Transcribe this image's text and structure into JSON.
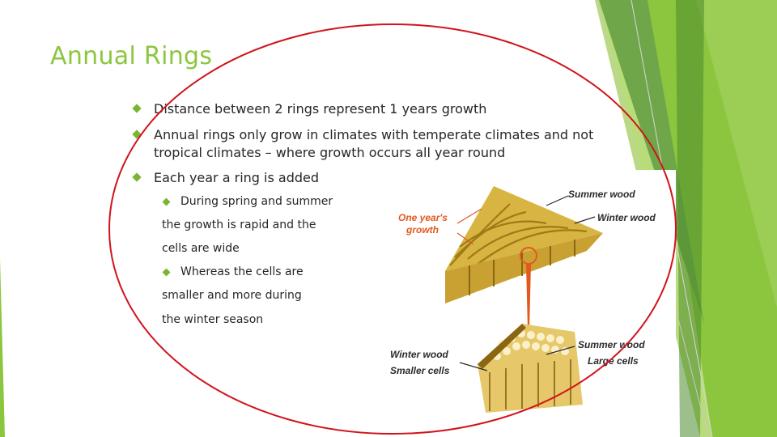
{
  "slide": {
    "title": "Annual Rings",
    "bullets": [
      {
        "text": "Distance between 2 rings represent 1 years growth"
      },
      {
        "line1": "Annual rings only grow in climates with temperate climates and not",
        "line2": "tropical climates – where growth occurs all year round"
      },
      {
        "text": "Each year a ring is added"
      }
    ],
    "sub1": {
      "lead": "During spring and summer",
      "cont1": "the growth is rapid and the",
      "cont2": "cells are wide"
    },
    "sub2": {
      "lead": "Whereas the cells are",
      "cont1": "smaller and more during",
      "cont2": "the winter season"
    }
  },
  "figure": {
    "labels": {
      "summer_wood": "Summer wood",
      "winter_wood": "Winter wood",
      "one_year_1": "One year's",
      "one_year_2": "growth",
      "summer_wood_bottom": "Summer wood",
      "large_cells": "Large cells",
      "winter_wood_bottom": "Winter wood",
      "smaller_cells": "Smaller cells"
    }
  },
  "colors": {
    "accent_green": "#8cc63e",
    "dark_green": "#4c8a2b",
    "oval_red": "#d0141c",
    "label_orange": "#e2581f",
    "label_dark": "#2b2b2b",
    "wood_light": "#d8b542",
    "wood_dark": "#a07a16"
  }
}
